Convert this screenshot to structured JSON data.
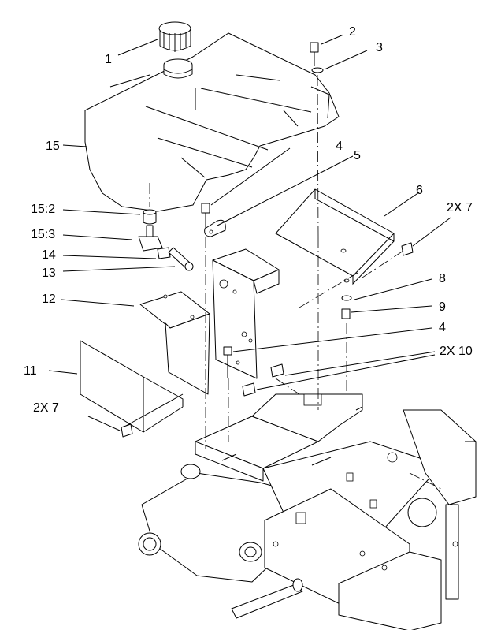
{
  "callouts": [
    {
      "id": "c1",
      "text": "1"
    },
    {
      "id": "c2",
      "text": "2"
    },
    {
      "id": "c3",
      "text": "3"
    },
    {
      "id": "c15",
      "text": "15"
    },
    {
      "id": "c4a",
      "text": "4"
    },
    {
      "id": "c5",
      "text": "5"
    },
    {
      "id": "c6",
      "text": "6"
    },
    {
      "id": "c2x7a",
      "text": "2X 7"
    },
    {
      "id": "c15_2",
      "text": "15:2"
    },
    {
      "id": "c15_3",
      "text": "15:3"
    },
    {
      "id": "c14",
      "text": "14"
    },
    {
      "id": "c13",
      "text": "13"
    },
    {
      "id": "c8",
      "text": "8"
    },
    {
      "id": "c12",
      "text": "12"
    },
    {
      "id": "c9",
      "text": "9"
    },
    {
      "id": "c4b",
      "text": "4"
    },
    {
      "id": "c2x10",
      "text": "2X 10"
    },
    {
      "id": "c11",
      "text": "11"
    },
    {
      "id": "c2x7b",
      "text": "2X 7"
    }
  ]
}
